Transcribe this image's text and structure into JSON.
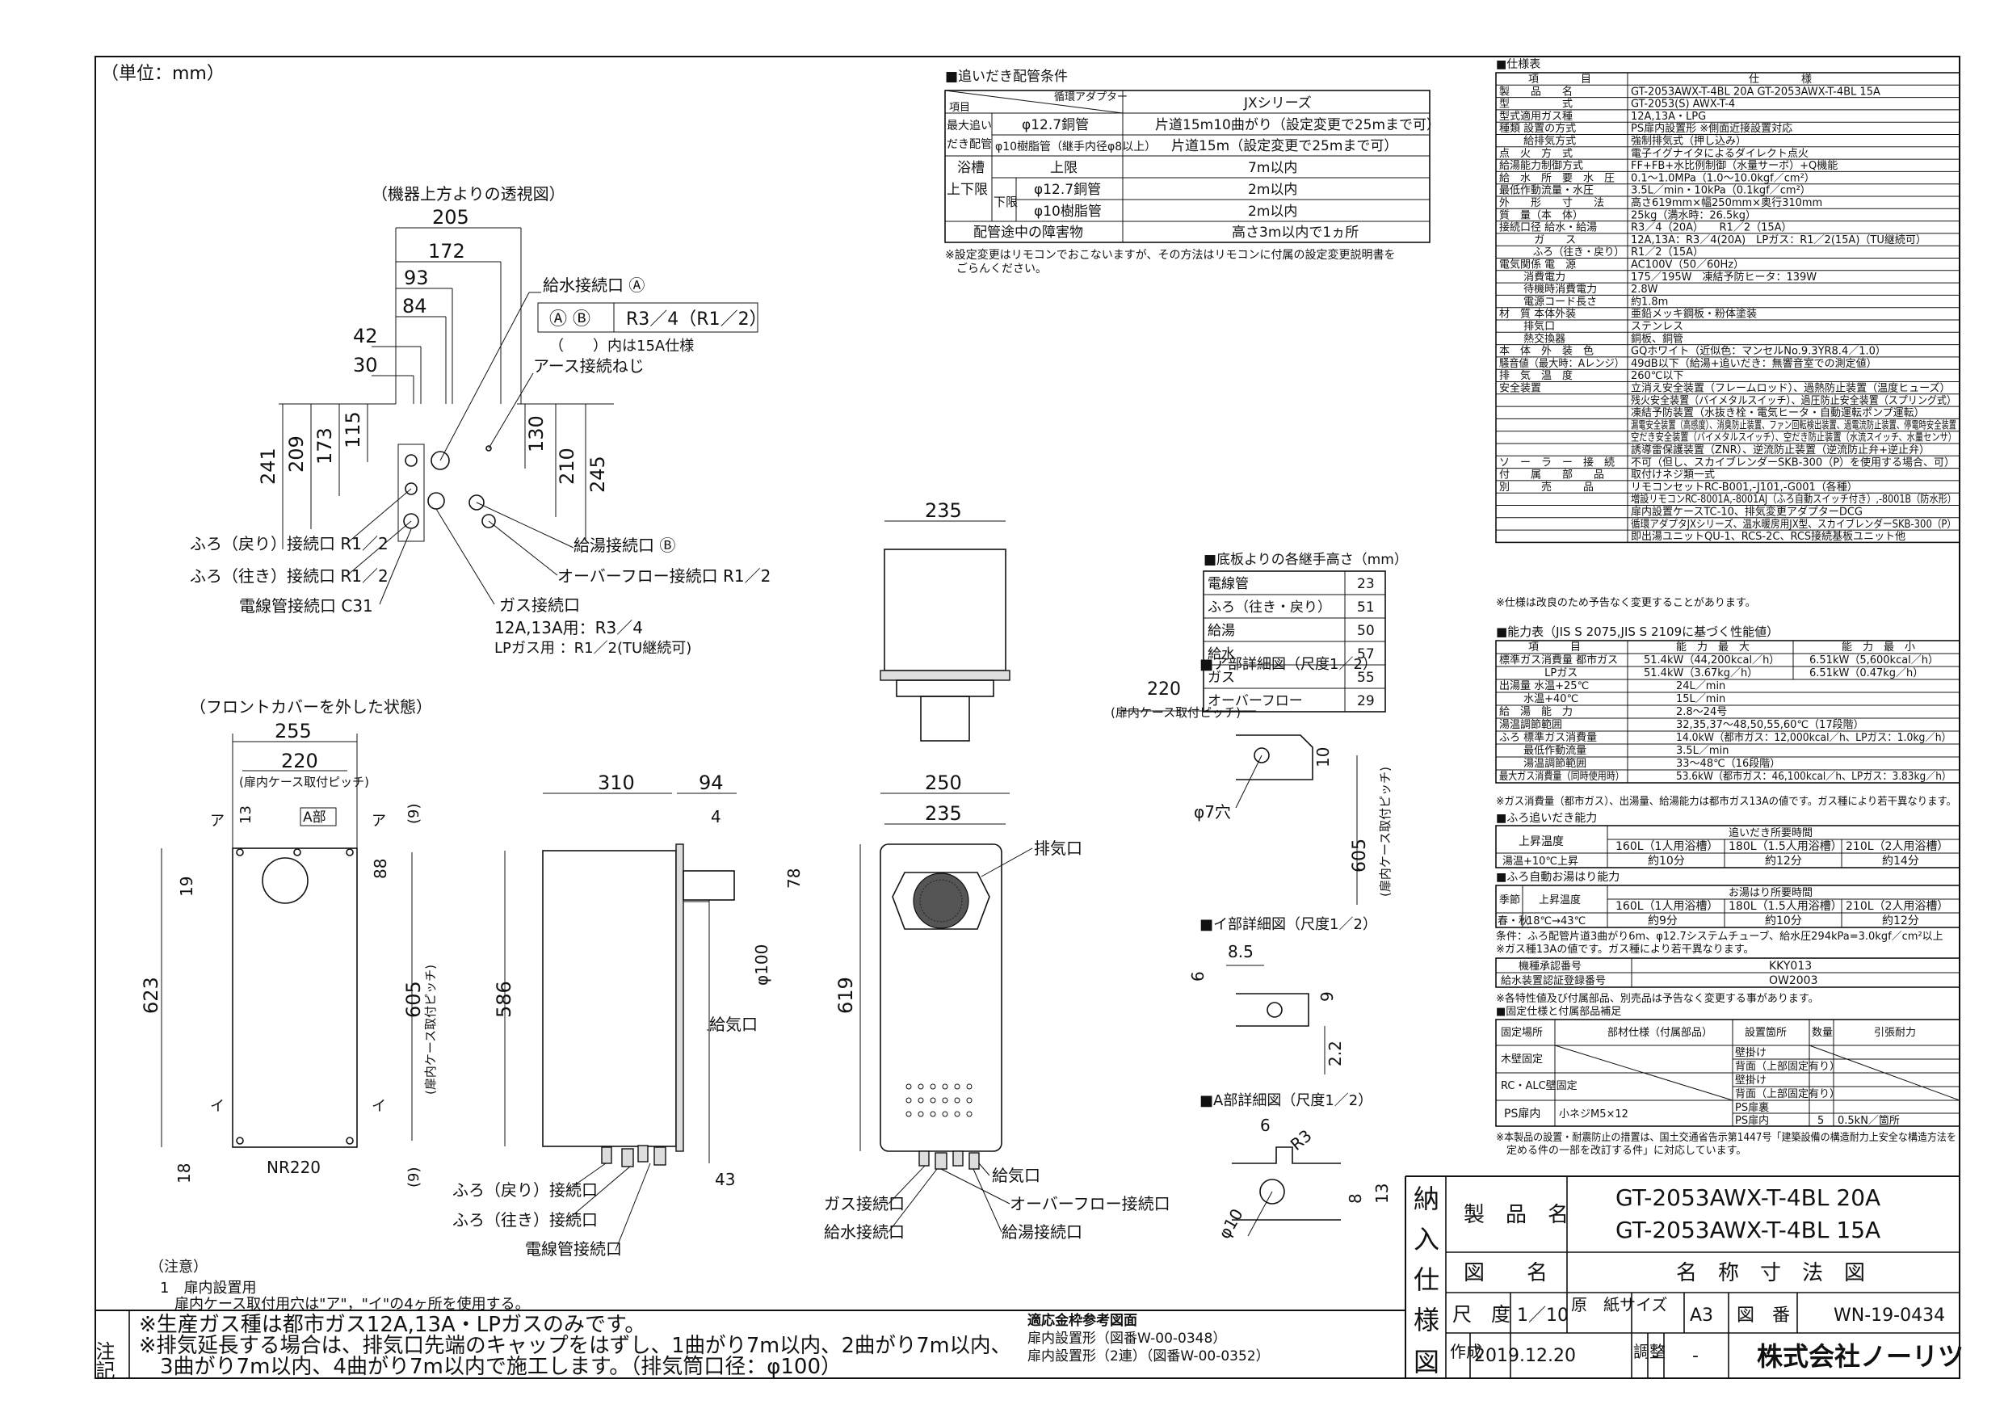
{
  "unit_label": "（単位：mm）",
  "top_view": {
    "title": "（機器上方よりの透視図）",
    "dims": [
      "205",
      "172",
      "93",
      "84",
      "42",
      "30",
      "241",
      "209",
      "173",
      "115",
      "130",
      "210",
      "245"
    ],
    "legend_ab": "Ⓐ Ⓑ",
    "legend_value": "R3／4（R1／2）",
    "legend_note": "（　　）内は15A仕様",
    "labels": {
      "water_inlet": "給水接続口 Ⓐ",
      "earth": "アース接続ねじ",
      "bath_return": "ふろ（戻り）接続口 R1／2",
      "bath_supply": "ふろ（往き）接続口 R1／2",
      "conduit": "電線管接続口 C31",
      "hot_water": "給湯接続口 Ⓑ",
      "overflow": "オーバーフロー接続口 R1／2",
      "gas": "ガス接続口",
      "gas_spec1": "12A,13A用：R3／4",
      "gas_spec2": "LPガス用 ：R1／2(TU継続可)"
    }
  },
  "front_cover_view": {
    "title": "（フロントカバーを外した状態）",
    "dims": [
      "255",
      "220",
      "13",
      "(9)",
      "19",
      "88",
      "623",
      "605",
      "18",
      "(9)"
    ],
    "pitch_label": "(扉内ケース取付ピッチ)",
    "pitch_label_v": "(扉内ケース取付ピッチ)",
    "a_tag": "A部",
    "a_marks": [
      "ア",
      "ア"
    ],
    "i_marks": [
      "イ",
      "イ"
    ],
    "nr": "NR220"
  },
  "side_view": {
    "dims": [
      "310",
      "94",
      "4",
      "78",
      "φ100",
      "586",
      "43"
    ],
    "labels": {
      "supply_air": "給気口",
      "bath_return": "ふろ（戻り）接続口",
      "bath_supply": "ふろ（往き）接続口",
      "conduit": "電線管接続口"
    }
  },
  "exhaust_view": {
    "dim": "235"
  },
  "front_view": {
    "dims": [
      "250",
      "235",
      "619"
    ],
    "labels": {
      "exhaust": "排気口",
      "supply_air": "給気口",
      "gas": "ガス接続口",
      "water": "給水接続口",
      "overflow": "オーバーフロー接続口",
      "hot_water": "給湯接続口"
    }
  },
  "notes_lower": {
    "title": "（注意）",
    "line1": "1　扉内設置用",
    "line2": "　扉内ケース取付用穴は\"ア\"，\"イ\"の4ヶ所を使用する。"
  },
  "reheat_piping": {
    "title": "■追いだき配管条件",
    "corner_top": "循環アダプター",
    "corner_bottom": "項目",
    "series": "JXシリーズ",
    "rows": [
      {
        "group": "最大追い",
        "item": "φ12.7銅管",
        "value": "片道15m10曲がり（設定変更で25mまで可）"
      },
      {
        "group": "だき配管",
        "item": "φ10樹脂管（継手内径φ8以上）",
        "value": "片道15m（設定変更で25mまで可）"
      },
      {
        "group": "浴槽",
        "item": "上限",
        "value": "7m以内"
      },
      {
        "group": "上下限",
        "sub": "下限",
        "item": "φ12.7銅管",
        "value": "2m以内"
      },
      {
        "group": "",
        "item": "φ10樹脂管",
        "value": "2m以内"
      },
      {
        "group": "配管途中の障害物",
        "item": "",
        "value": "高さ3m以内で1ヵ所"
      }
    ],
    "note1": "※設定変更はリモコンでおこないますが、その方法はリモコンに付属の設定変更説明書を",
    "note2": "　ごらんください。"
  },
  "fitting_heights": {
    "title": "■底板よりの各継手高さ（mm）",
    "rows": [
      {
        "name": "電線管",
        "value": "23"
      },
      {
        "name": "ふろ（往き・戻り）",
        "value": "51"
      },
      {
        "name": "給湯",
        "value": "50"
      },
      {
        "name": "給水",
        "value": "57"
      },
      {
        "name": "ガス",
        "value": "55"
      },
      {
        "name": "オーバーフロー",
        "value": "29"
      }
    ]
  },
  "detail_a": {
    "title": "■ア部詳細図（尺度1／2）",
    "dims": [
      "220",
      "10",
      "φ7穴",
      "605"
    ],
    "pitch": "(扉内ケース取付ピッチ)",
    "pitch_v": "(扉内ケース取付ピッチ)"
  },
  "detail_i": {
    "title": "■イ部詳細図（尺度1／2）",
    "dims": [
      "8.5",
      "6",
      "9",
      "2.2"
    ]
  },
  "detail_apart": {
    "title": "■A部詳細図（尺度1／2）",
    "dims": [
      "6",
      "R3",
      "8",
      "13",
      "φ10"
    ]
  },
  "spec_table": {
    "title": "■仕様表",
    "header": [
      "項　　　　目",
      "仕　　　　様"
    ],
    "rows": [
      {
        "k": "製　　品　　名",
        "v": "GT-2053AWX-T-4BL 20A GT-2053AWX-T-4BL 15A"
      },
      {
        "k": "型　　　　　式",
        "v": "GT-2053(S) AWX-T-4"
      },
      {
        "k": "型式適用ガス種",
        "v": "12A,13A・LPG"
      },
      {
        "k": "種類 設置の方式",
        "v": "PS扉内設置形 ※側面近接設置対応"
      },
      {
        "k": "　　 給排気方式",
        "v": "強制排気式（押し込み）"
      },
      {
        "k": "点　火　方　式",
        "v": "電子イグナイタによるダイレクト点火"
      },
      {
        "k": "給湯能力制御方式",
        "v": "FF+FB+水比例制御（水量サーボ）+Q機能"
      },
      {
        "k": "給　水　所　要　水　圧",
        "v": "0.1〜1.0MPa（1.0〜10.0kgf／cm²）"
      },
      {
        "k": "最低作動流量・水圧",
        "v": "3.5L／min・10kPa（0.1kgf／cm²）"
      },
      {
        "k": "外　　形　　寸　　法",
        "v": "高さ619mm×幅250mm×奥行310mm"
      },
      {
        "k": "質　量（本　体）",
        "v": "25kg（満水時：26.5kg）"
      },
      {
        "k": "接続口径 給水・給湯",
        "v": "R3／4（20A）　　R1／2（15A）"
      },
      {
        "k": "　　　 ガ　　ス",
        "v": "12A,13A：R3／4(20A)　LPガス：R1／2(15A)（TU継続可）"
      },
      {
        "k": "　　　 ふろ（往き・戻り）",
        "v": "R1／2（15A）"
      },
      {
        "k": "電気関係 電　源",
        "v": "AC100V（50／60Hz）"
      },
      {
        "k": "　　 消費電力",
        "v": "175／195W　凍結予防ヒータ：139W"
      },
      {
        "k": "　　 待機時消費電力",
        "v": "2.8W"
      },
      {
        "k": "　　 電源コード長さ",
        "v": "約1.8m"
      },
      {
        "k": "材　質 本体外装",
        "v": "亜鉛メッキ鋼板・粉体塗装"
      },
      {
        "k": "　　 排気口",
        "v": "ステンレス"
      },
      {
        "k": "　　 熱交換器",
        "v": "銅板、銅管"
      },
      {
        "k": "本　体　外　装　色",
        "v": "GQホワイト（近似色：マンセルNo.9.3YR8.4／1.0）"
      },
      {
        "k": "騒音値（最大時：Aレンジ）",
        "v": "49dB以下（給湯+追いだき：無響音室での測定値）"
      },
      {
        "k": "排　気　温　度",
        "v": "260℃以下"
      },
      {
        "k": "安全装置",
        "v": "立消え安全装置（フレームロッド）、過熱防止装置（温度ヒューズ）"
      },
      {
        "k": "",
        "v": "残火安全装置（バイメタルスイッチ）、過圧防止安全装置（スプリング式）"
      },
      {
        "k": "",
        "v": "凍結予防装置（水抜き栓・電気ヒータ・自動運転ポンプ運転）"
      },
      {
        "k": "",
        "v": "漏電安全装置（高感度）、消臭防止装置、ファン回転検出装置、過電流防止装置、停電時安全装置"
      },
      {
        "k": "",
        "v": "空だき安全装置（バイメタルスイッチ）、空だき防止装置（水流スイッチ、水量センサ）"
      },
      {
        "k": "",
        "v": "誘導雷保護装置（ZNR）、逆流防止装置（逆流防止弁+逆止弁）"
      },
      {
        "k": "ソ　ー　ラ　ー　接　続",
        "v": "不可（但し、スカイブレンダーSKB-300（P）を使用する場合、可）"
      },
      {
        "k": "付　　属　　部　　品",
        "v": "取付けネジ類一式"
      },
      {
        "k": "別　　　売　　　品",
        "v": "リモコンセットRC-B001,-J101,-G001（各種）"
      },
      {
        "k": "",
        "v": "増設リモコンRC-8001A,-8001AJ（ふろ自動スイッチ付き）,-8001B（防水形）"
      },
      {
        "k": "",
        "v": "扉内設置ケースTC-10、排気変更アダプターDCG"
      },
      {
        "k": "",
        "v": "循環アダプタJXシリーズ、温水暖房用JX型、スカイブレンダーSKB-300（P）"
      },
      {
        "k": "",
        "v": "即出湯ユニットQU-1、RCS-2C、RCS接続基板ユニット他"
      }
    ],
    "note": "※仕様は改良のため予告なく変更することがあります。"
  },
  "capacity_table": {
    "title": "■能力表（JIS S 2075,JIS S 2109に基づく性能値）",
    "header": [
      "項　　　目",
      "能　力　最　大",
      "能　力　最　小"
    ],
    "rows": [
      {
        "k": "標準ガス消費量 都市ガス",
        "max": "51.4kW（44,200kcal／h）",
        "min": "6.51kW（5,600kcal／h）"
      },
      {
        "k": "　　　　 LPガス",
        "max": "51.4kW（3.67kg／h）",
        "min": "6.51kW（0.47kg／h）"
      },
      {
        "k": "出湯量 水温+25℃",
        "max": "24L／min",
        "min": ""
      },
      {
        "k": "　　 水温+40℃",
        "max": "15L／min",
        "min": ""
      },
      {
        "k": "給　湯　能　力",
        "max": "2.8〜24号",
        "min": ""
      },
      {
        "k": "湯温調節範囲",
        "max": "32,35,37〜48,50,55,60℃（17段階）",
        "min": ""
      },
      {
        "k": "ふろ 標準ガス消費量",
        "max": "14.0kW（都市ガス：12,000kcal／h、LPガス：1.0kg／h）",
        "min": ""
      },
      {
        "k": "　　 最低作動流量",
        "max": "3.5L／min",
        "min": ""
      },
      {
        "k": "　　 湯温調節範囲",
        "max": "33〜48℃（16段階）",
        "min": ""
      },
      {
        "k": "最大ガス消費量（同時使用時）",
        "max": "53.6kW（都市ガス：46,100kcal／h、LPガス：3.83kg／h）",
        "min": ""
      }
    ],
    "note": "※ガス消費量（都市ガス）、出湯量、給湯能力は都市ガス13Aの値です。ガス種により若干異なります。"
  },
  "reheat_capacity": {
    "title": "■ふろ追いだき能力",
    "h1": "上昇温度",
    "h2": "追いだき所要時間",
    "cols": [
      "160L（1人用浴槽）",
      "180L（1.5人用浴槽）",
      "210L（2人用浴槽）"
    ],
    "row_label": "湯温+10℃上昇",
    "values": [
      "約10分",
      "約12分",
      "約14分"
    ]
  },
  "auto_fill": {
    "title": "■ふろ自動お湯はり能力",
    "h1": "季節",
    "h2": "上昇温度",
    "h3": "お湯はり所要時間",
    "cols": [
      "160L（1人用浴槽）",
      "180L（1.5人用浴槽）",
      "210L（2人用浴槽）"
    ],
    "row_label": "春・秋",
    "row_temp": "18℃→43℃",
    "values": [
      "約9分",
      "約10分",
      "約12分"
    ],
    "note1": "条件：ふろ配管片道3曲がり6m、φ12.7システムチューブ、給水圧294kPa=3.0kgf／cm²以上",
    "note2": "※ガス種13Aの値です。ガス種により若干異なります。"
  },
  "approval": {
    "rows": [
      {
        "k": "機種承認番号",
        "v": "KKY013"
      },
      {
        "k": "給水装置認証登録番号",
        "v": "OW2003"
      }
    ],
    "note": "※各特性値及び付属部品、別売品は予告なく変更する事があります。"
  },
  "fixing_table": {
    "title": "■固定仕様と付属部品補足",
    "headers": [
      "固定場所",
      "部材仕様（付属部品）",
      "設置箇所",
      "数量",
      "引張耐力"
    ],
    "rows": [
      {
        "place": "木壁固定",
        "sub": [
          "壁掛け",
          "背面（上部固定有り）"
        ]
      },
      {
        "place": "RC・ALC壁固定",
        "sub": [
          "壁掛け",
          "背面（上部固定有り）"
        ]
      },
      {
        "place": "PS扉内",
        "part": "小ネジM5×12",
        "sub": [
          "PS扉裏",
          "PS扉内"
        ],
        "qty": "5",
        "force": "0.5kN／箇所"
      }
    ],
    "note1": "※本製品の設置・耐震防止の措置は、国土交通省告示第1447号「建築設備の構造耐力上安全な構造方法を",
    "note2": "　定める件の一部を改訂する件」に対応しています。"
  },
  "title_block": {
    "side_chars": [
      "納",
      "入",
      "仕",
      "様",
      "図"
    ],
    "product_label": "製　品　名",
    "product1": "GT-2053AWX-T-4BL 20A",
    "product2": "GT-2053AWX-T-4BL 15A",
    "drawing_label": "図　　名",
    "drawing_name": "名　称　寸　法　図",
    "scale_label": "尺　度",
    "scale": "1／10",
    "paper_label": "原　紙サイズ",
    "paper": "A3",
    "number_label": "図　番",
    "number": "WN-19-0434",
    "made_label": "作成",
    "date": "2019.12.20",
    "adjust_label": "調整",
    "adjust1": "-",
    "adjust2": "-",
    "company": "株式会社ノーリツ"
  },
  "footer_notes": {
    "label": "注記",
    "line1": "※生産ガス種は都市ガス12A,13A・LPガスのみです。",
    "line2": "※排気延長する場合は、排気口先端のキャップをはずし、1曲がり7m以内、2曲がり7m以内、",
    "line3": "　3曲がり7m以内、4曲がり7m以内で施工します。（排気筒口径：φ100）",
    "ref_title": "適応金枠参考図面",
    "ref1": "扉内設置形（図番W-00-0348）",
    "ref2": "扉内設置形（2連）（図番W-00-0352）"
  }
}
